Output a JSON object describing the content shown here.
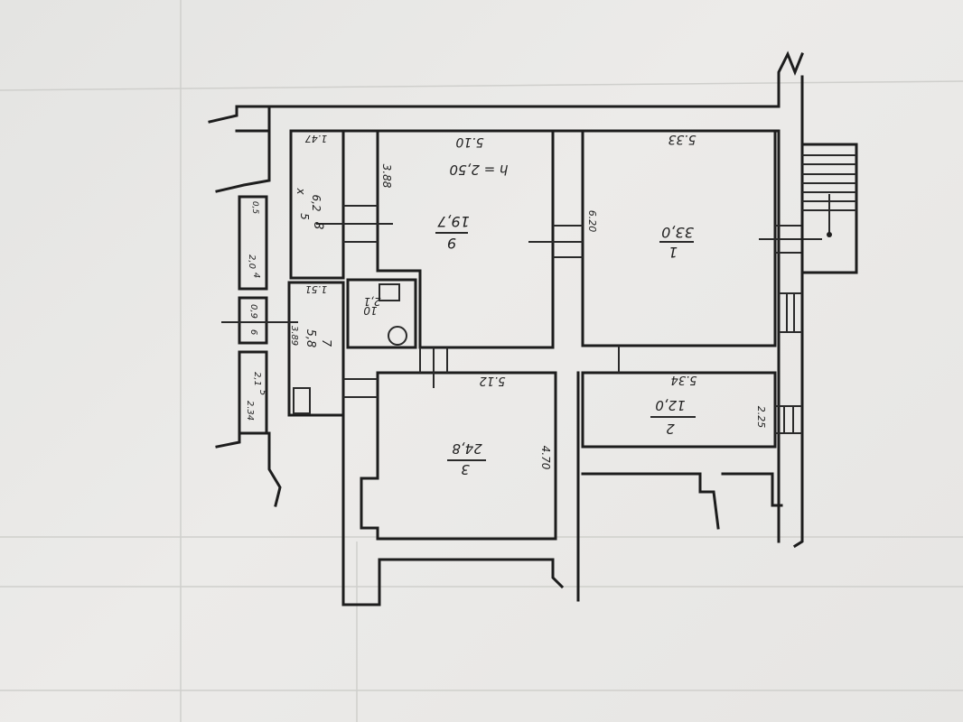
{
  "floor_plan": {
    "ceiling_height": "h = 2,50",
    "rooms": [
      {
        "number": "1",
        "area": "33,0",
        "width": "5.33",
        "depth": "6.20"
      },
      {
        "number": "2",
        "area": "12,0",
        "width": "5.34",
        "depth": "2.25"
      },
      {
        "number": "3",
        "area": "24,8",
        "width": "5.12",
        "depth": "4.70"
      },
      {
        "number": "9",
        "area": "19,7",
        "width": "5.10",
        "depth": "3.88"
      },
      {
        "number": "8",
        "area": "6,2",
        "width": "1.47",
        "depth": "х"
      },
      {
        "number": "7",
        "area": "5,8",
        "width": "1.51",
        "depth": "3.89"
      },
      {
        "number": "10",
        "area": "2,1"
      },
      {
        "number": "4",
        "area": "2,0"
      },
      {
        "number": "5",
        "area": "2,1",
        "depth": "2.34"
      },
      {
        "number": "6",
        "area": "0,9"
      }
    ],
    "extra_dims": [
      "5",
      "0,5"
    ]
  }
}
